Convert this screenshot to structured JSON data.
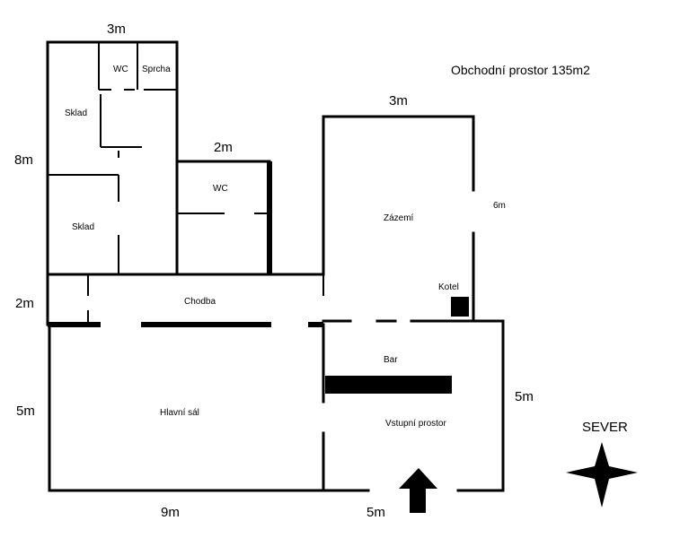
{
  "title": "Obchodní prostor 135m2",
  "compass_label": "SEVER",
  "dimensions": {
    "top_width": "3m",
    "left_height": "8m",
    "middle_width": "2m",
    "right_top_width": "3m",
    "right_height": "6m",
    "corridor_height": "2m",
    "hall_height": "5m",
    "entrance_height": "5m",
    "bottom_hall_width": "9m",
    "bottom_entrance_width": "5m"
  },
  "rooms": {
    "wc_top": "WC",
    "shower": "Sprcha",
    "storage_top": "Sklad",
    "storage_bottom": "Sklad",
    "wc_middle": "WC",
    "backroom": "Zázemí",
    "boiler": "Kotel",
    "corridor": "Chodba",
    "bar": "Bar",
    "main_hall": "Hlavní sál",
    "entrance_area": "Vstupní prostor"
  },
  "icons": {
    "entrance": "arrow-up-icon",
    "compass": "compass-star-icon"
  }
}
